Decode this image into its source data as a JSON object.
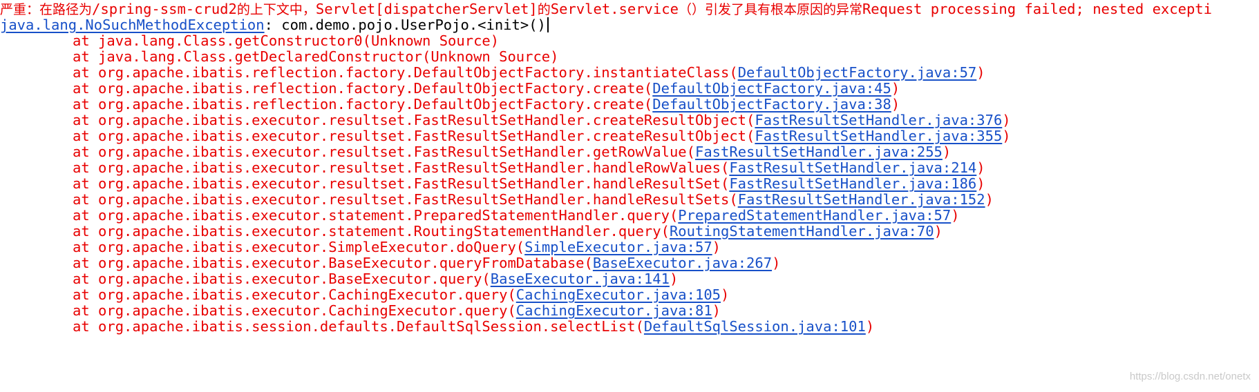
{
  "header": {
    "severity": "严重：",
    "message_cn_1": "在路径为",
    "context_path": "/spring-ssm-crud2",
    "message_cn_2": "的上下文中，",
    "servlet_ref": "Servlet[dispatcherServlet]",
    "message_cn_3": "的",
    "servlet_method": "Servlet.service",
    "message_cn_4": "（）引发了具有根本原因的异常",
    "message_en": "Request processing failed; nested excepti"
  },
  "exception": {
    "class_name": "java.lang.NoSuchMethodException",
    "message": ": com.demo.pojo.UserPojo.<init>()"
  },
  "frames": [
    {
      "prefix": "at java.lang.Class.getConstructor0(Unknown Source)",
      "link": "",
      "suffix": ""
    },
    {
      "prefix": "at java.lang.Class.getDeclaredConstructor(Unknown Source)",
      "link": "",
      "suffix": ""
    },
    {
      "prefix": "at org.apache.ibatis.reflection.factory.DefaultObjectFactory.instantiateClass(",
      "link": "DefaultObjectFactory.java:57",
      "suffix": ")"
    },
    {
      "prefix": "at org.apache.ibatis.reflection.factory.DefaultObjectFactory.create(",
      "link": "DefaultObjectFactory.java:45",
      "suffix": ")"
    },
    {
      "prefix": "at org.apache.ibatis.reflection.factory.DefaultObjectFactory.create(",
      "link": "DefaultObjectFactory.java:38",
      "suffix": ")"
    },
    {
      "prefix": "at org.apache.ibatis.executor.resultset.FastResultSetHandler.createResultObject(",
      "link": "FastResultSetHandler.java:376",
      "suffix": ")"
    },
    {
      "prefix": "at org.apache.ibatis.executor.resultset.FastResultSetHandler.createResultObject(",
      "link": "FastResultSetHandler.java:355",
      "suffix": ")"
    },
    {
      "prefix": "at org.apache.ibatis.executor.resultset.FastResultSetHandler.getRowValue(",
      "link": "FastResultSetHandler.java:255",
      "suffix": ")"
    },
    {
      "prefix": "at org.apache.ibatis.executor.resultset.FastResultSetHandler.handleRowValues(",
      "link": "FastResultSetHandler.java:214",
      "suffix": ")"
    },
    {
      "prefix": "at org.apache.ibatis.executor.resultset.FastResultSetHandler.handleResultSet(",
      "link": "FastResultSetHandler.java:186",
      "suffix": ")"
    },
    {
      "prefix": "at org.apache.ibatis.executor.resultset.FastResultSetHandler.handleResultSets(",
      "link": "FastResultSetHandler.java:152",
      "suffix": ")"
    },
    {
      "prefix": "at org.apache.ibatis.executor.statement.PreparedStatementHandler.query(",
      "link": "PreparedStatementHandler.java:57",
      "suffix": ")"
    },
    {
      "prefix": "at org.apache.ibatis.executor.statement.RoutingStatementHandler.query(",
      "link": "RoutingStatementHandler.java:70",
      "suffix": ")"
    },
    {
      "prefix": "at org.apache.ibatis.executor.SimpleExecutor.doQuery(",
      "link": "SimpleExecutor.java:57",
      "suffix": ")"
    },
    {
      "prefix": "at org.apache.ibatis.executor.BaseExecutor.queryFromDatabase(",
      "link": "BaseExecutor.java:267",
      "suffix": ")"
    },
    {
      "prefix": "at org.apache.ibatis.executor.BaseExecutor.query(",
      "link": "BaseExecutor.java:141",
      "suffix": ")"
    },
    {
      "prefix": "at org.apache.ibatis.executor.CachingExecutor.query(",
      "link": "CachingExecutor.java:105",
      "suffix": ")"
    },
    {
      "prefix": "at org.apache.ibatis.executor.CachingExecutor.query(",
      "link": "CachingExecutor.java:81",
      "suffix": ")"
    },
    {
      "prefix": "at org.apache.ibatis.session.defaults.DefaultSqlSession.selectList(",
      "link": "DefaultSqlSession.java:101",
      "suffix": ")"
    }
  ],
  "watermark": "https://blog.csdn.net/onetx",
  "colors": {
    "error_text": "#e80000",
    "link": "#1750c8",
    "background": "#ffffff"
  }
}
